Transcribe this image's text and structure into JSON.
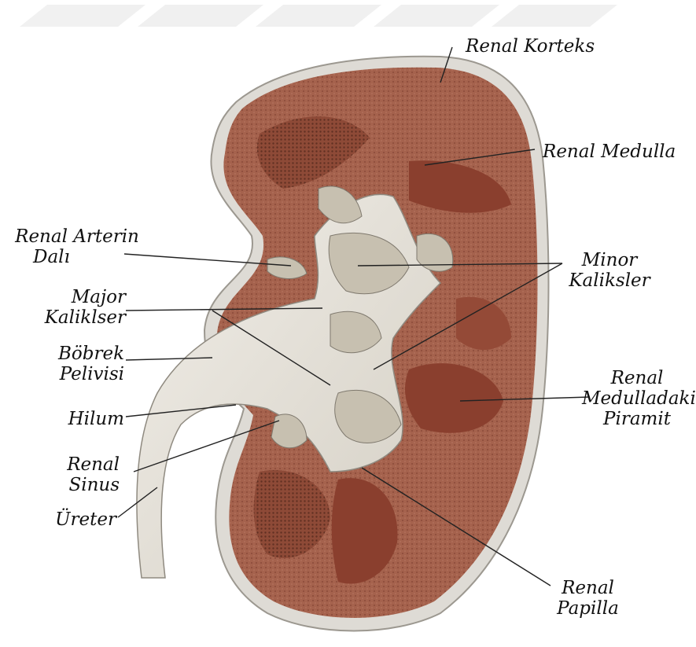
{
  "labels": {
    "renal_korteks": "Renal Korteks",
    "renal_medulla": "Renal Medulla",
    "renal_arterin_1": "Renal Arterin",
    "renal_arterin_2": "Dalı",
    "major_1": "Major",
    "major_2": "Kaliklser",
    "bobrek_1": "Böbrek",
    "bobrek_2": "Pelivisi",
    "hilum": "Hilum",
    "renal_sinus_1": "Renal",
    "renal_sinus_2": "Sinus",
    "ureter": "Üreter",
    "minor_1": "Minor",
    "minor_2": "Kaliksler",
    "piramit_1": "Renal",
    "piramit_2": "Medulladaki",
    "piramit_3": "Piramit",
    "papilla_1": "Renal",
    "papilla_2": "Papilla"
  },
  "colors": {
    "capsule": "#d9d7d2",
    "cortex": "#a8644f",
    "medulla_pyramid": "#8a3f2e",
    "pelvis": "#e8e4dc",
    "calyx_shadow": "#b9b3a4",
    "leader_line": "#222222"
  }
}
